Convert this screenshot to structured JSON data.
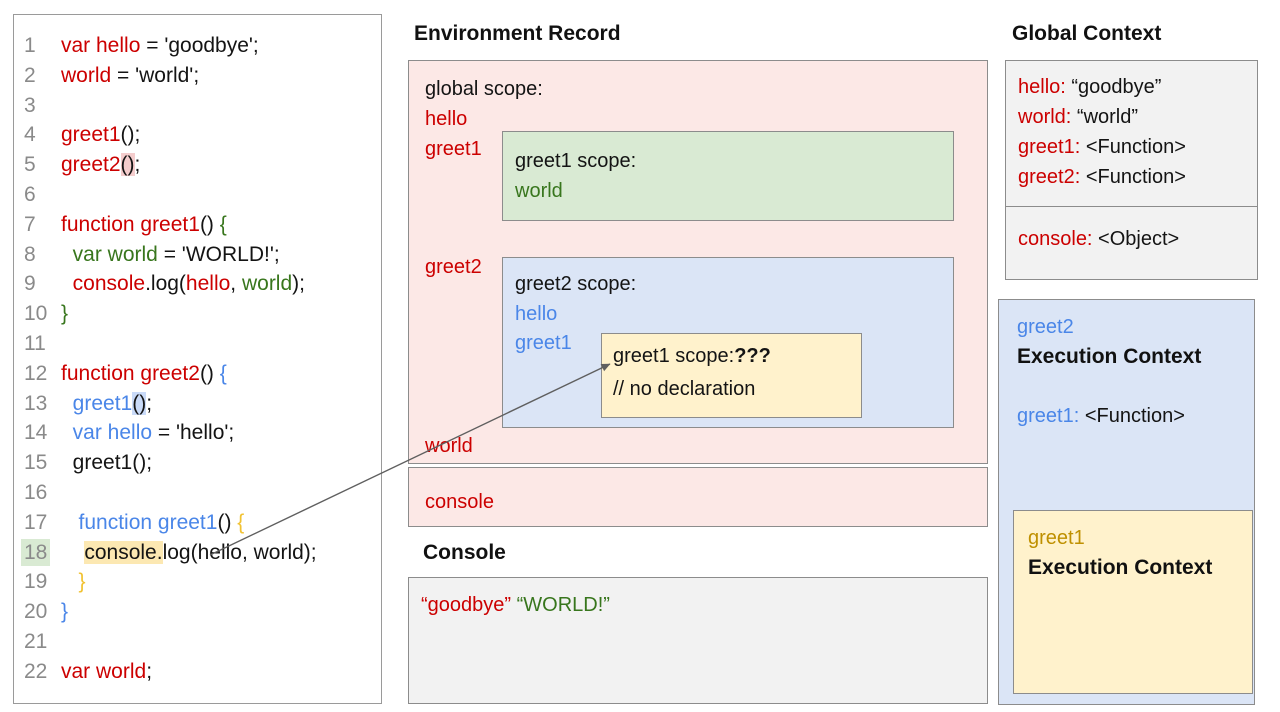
{
  "palette": {
    "red": "#cc0000",
    "green": "#38761d",
    "blue": "#4a86e8",
    "gold": "#bf9000",
    "brace_gold": "#f1c232",
    "black": "#141414",
    "line_number_gray": "#8a8a8a",
    "pink_fill": "#fce8e6",
    "green_fill": "#d9ead3",
    "blue_fill": "#dbe5f6",
    "yellow_fill": "#fff2cc",
    "gray_fill": "#f2f2f2",
    "highlight_pink": "#f4cccc",
    "highlight_blue": "#c9daf8",
    "highlight_yellow": "#fce8b2",
    "highlight_green": "#d9ead3",
    "border_gray": "#8c8c8c",
    "arrow_gray": "#5f5f5f"
  },
  "code": {
    "lines": [
      {
        "n": "1",
        "segs": [
          [
            "var hello",
            "red"
          ],
          [
            " = 'goodbye';",
            "black"
          ]
        ]
      },
      {
        "n": "2",
        "segs": [
          [
            "world",
            "red"
          ],
          [
            " = 'world';",
            "black"
          ]
        ]
      },
      {
        "n": "3",
        "segs": []
      },
      {
        "n": "4",
        "segs": [
          [
            "greet1",
            "red"
          ],
          [
            "();",
            "black"
          ]
        ]
      },
      {
        "n": "5",
        "segs": [
          [
            "greet2",
            "red"
          ],
          [
            "()",
            "black",
            "pink"
          ],
          [
            ";",
            "black"
          ]
        ]
      },
      {
        "n": "6",
        "segs": []
      },
      {
        "n": "7",
        "segs": [
          [
            "function greet1",
            "red"
          ],
          [
            "() ",
            "black"
          ],
          [
            "{",
            "green"
          ]
        ]
      },
      {
        "n": "8",
        "segs": [
          [
            "  ",
            "black"
          ],
          [
            "var world",
            "green"
          ],
          [
            " = 'WORLD!';",
            "black"
          ]
        ]
      },
      {
        "n": "9",
        "segs": [
          [
            "  ",
            "black"
          ],
          [
            "console",
            "red"
          ],
          [
            ".log(",
            "black"
          ],
          [
            "hello",
            "red"
          ],
          [
            ", ",
            "black"
          ],
          [
            "world",
            "green"
          ],
          [
            ");",
            "black"
          ]
        ]
      },
      {
        "n": "10",
        "segs": [
          [
            "}",
            "green"
          ]
        ]
      },
      {
        "n": "11",
        "segs": []
      },
      {
        "n": "12",
        "segs": [
          [
            "function greet2",
            "red"
          ],
          [
            "() ",
            "black"
          ],
          [
            "{",
            "blue"
          ]
        ]
      },
      {
        "n": "13",
        "segs": [
          [
            "  ",
            "black"
          ],
          [
            "greet1",
            "blue"
          ],
          [
            "()",
            "black",
            "blue"
          ],
          [
            ";",
            "black"
          ]
        ]
      },
      {
        "n": "14",
        "segs": [
          [
            "  ",
            "black"
          ],
          [
            "var hello",
            "blue"
          ],
          [
            " = 'hello';",
            "black"
          ]
        ]
      },
      {
        "n": "15",
        "segs": [
          [
            "  greet1();",
            "black"
          ]
        ]
      },
      {
        "n": "16",
        "segs": []
      },
      {
        "n": "17",
        "segs": [
          [
            "   ",
            "black"
          ],
          [
            "function greet1",
            "blue"
          ],
          [
            "() ",
            "black"
          ],
          [
            "{",
            "brace_gold"
          ]
        ]
      },
      {
        "n": "18",
        "numHl": true,
        "segs": [
          [
            "    ",
            "black"
          ],
          [
            "console.",
            "black",
            "yellow"
          ],
          [
            "log(hello, world);",
            "black"
          ]
        ]
      },
      {
        "n": "19",
        "segs": [
          [
            "   ",
            "black"
          ],
          [
            "}",
            "brace_gold"
          ]
        ]
      },
      {
        "n": "20",
        "segs": [
          [
            "}",
            "blue"
          ]
        ]
      },
      {
        "n": "21",
        "segs": []
      },
      {
        "n": "22",
        "segs": [
          [
            "var world",
            "red"
          ],
          [
            ";",
            "black"
          ]
        ]
      }
    ]
  },
  "environment_record": {
    "title": "Environment Record",
    "global_scope": {
      "label": "global scope:",
      "vars_top": [
        "hello",
        "greet1"
      ],
      "var_mid": "greet2",
      "var_bottom": "world",
      "console_var": "console"
    },
    "greet1_scope": {
      "label": "greet1 scope:",
      "vars": [
        "world"
      ]
    },
    "greet2_scope": {
      "label": "greet2 scope:",
      "vars": [
        "hello",
        "greet1"
      ]
    },
    "greet1_inner_scope": {
      "label": "greet1 scope:",
      "question": "???",
      "comment": "// no declaration"
    }
  },
  "console_section": {
    "title": "Console",
    "outputs": [
      {
        "text": "“goodbye”",
        "color": "red"
      },
      {
        "text": "“WORLD!”",
        "color": "green"
      }
    ]
  },
  "global_context": {
    "title": "Global Context",
    "entries": [
      {
        "key": "hello:",
        "value": " “goodbye”"
      },
      {
        "key": "world:",
        "value": " “world”"
      },
      {
        "key": "greet1:",
        "value": " <Function>"
      },
      {
        "key": "greet2:",
        "value": " <Function>"
      }
    ],
    "console_entry": {
      "key": "console:",
      "value": " <Object>"
    }
  },
  "execution_contexts": {
    "greet2": {
      "name": "greet2",
      "label": "Execution Context",
      "entry": {
        "key": "greet1:",
        "value": " <Function>"
      }
    },
    "greet1": {
      "name": "greet1",
      "label": "Execution Context"
    }
  }
}
